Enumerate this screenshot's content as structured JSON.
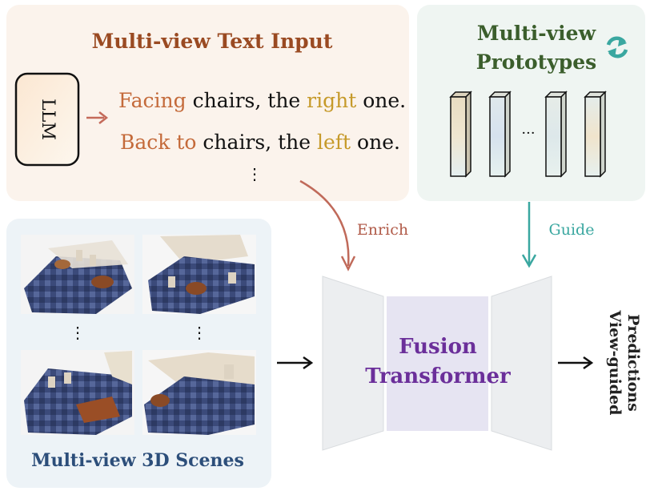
{
  "text_panel": {
    "title": "Multi-view Text Input",
    "llm_label": "LLM",
    "sentence1": {
      "a": "Facing",
      "b": " chairs, the ",
      "c": "right",
      "d": " one."
    },
    "sentence2": {
      "a": "Back to",
      "b": " chairs, the ",
      "c": "left",
      "d": " one."
    },
    "ellipsis": "⋮"
  },
  "proto_panel": {
    "title_line1": "Multi-view",
    "title_line2": "Prototypes",
    "refresh_icon": "refresh-icon",
    "ellipsis": "···"
  },
  "scenes_panel": {
    "title": "Multi-view 3D Scenes",
    "ellipsis": "⋮"
  },
  "enrich_label": "Enrich",
  "guide_label": "Guide",
  "fusion": {
    "line1": "Fusion",
    "line2": "Transformer"
  },
  "predictions": {
    "line1": "View-guided",
    "line2": "Predictions"
  },
  "colors": {
    "text_panel_bg": "#fbf3ec",
    "proto_panel_bg": "#eff5f2",
    "scenes_panel_bg": "#edf3f7",
    "brown": "#9a4a22",
    "orange": "#c46a3a",
    "gold": "#c69a2a",
    "green": "#3b5e2c",
    "teal": "#3aa7a0",
    "navy": "#2c4e7a",
    "purple": "#6b2f9a",
    "enrich_arrow": "#c06a5a"
  }
}
